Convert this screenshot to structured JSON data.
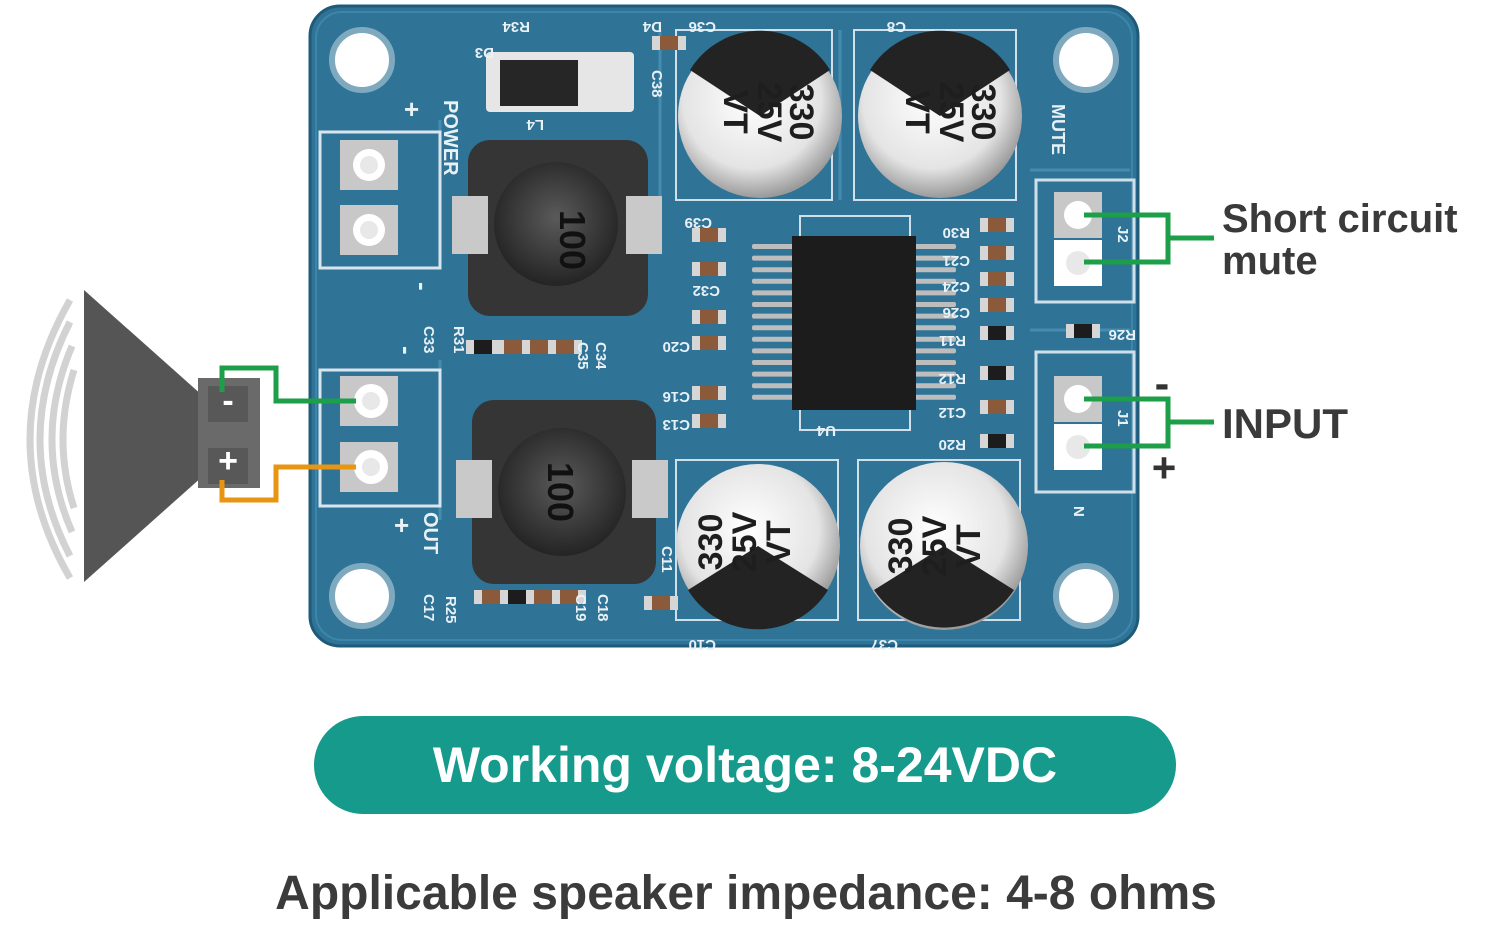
{
  "callouts": {
    "mute_label": "Short circuit mute",
    "input_label": "INPUT",
    "input_minus": "-",
    "input_plus": "+"
  },
  "speaker": {
    "minus": "-",
    "plus": "+"
  },
  "banner": {
    "working_voltage": "Working voltage: 8-24VDC"
  },
  "footer": {
    "impedance": "Applicable speaker impedance: 4-8 ohms"
  },
  "board": {
    "silk_power": "POWER",
    "silk_out": "OUT",
    "silk_mute": "MUTE",
    "silk_plus": "+",
    "silk_minus": "-",
    "inductor_top": "100",
    "inductor_bottom": "100",
    "cap_value": "330",
    "cap_voltage": "25V",
    "cap_series": "VT",
    "ref_c36": "C36",
    "ref_c8": "C8",
    "ref_c38": "C38",
    "ref_c39": "C39",
    "ref_r30": "R30",
    "ref_c21": "C21",
    "ref_c24": "C24",
    "ref_c26": "C26",
    "ref_r11": "R11",
    "ref_r12": "R12",
    "ref_c12": "C12",
    "ref_r20": "R20",
    "ref_c32": "C32",
    "ref_c20": "C20",
    "ref_c16": "C16",
    "ref_c13": "C13",
    "ref_u4": "U4",
    "ref_c33": "C33",
    "ref_r31": "R31",
    "ref_c34": "C34",
    "ref_c35": "C35",
    "ref_c17": "C17",
    "ref_r25": "R25",
    "ref_c18": "C18",
    "ref_c19": "C19",
    "ref_c10": "C10",
    "ref_c37": "C37",
    "ref_c11": "C11",
    "ref_r34": "R34",
    "ref_d3": "D3",
    "ref_d4": "D4",
    "ref_l4": "L4",
    "ref_r26": "R26",
    "ref_j1": "J1",
    "ref_j2": "J2",
    "ref_n": "N"
  },
  "colors": {
    "board": "#2f7396",
    "board_edge": "#1f5a79",
    "teal_banner": "#159a8c",
    "wire_green": "#1d9e48",
    "wire_orange": "#e89612",
    "speaker_gray": "#555555"
  }
}
